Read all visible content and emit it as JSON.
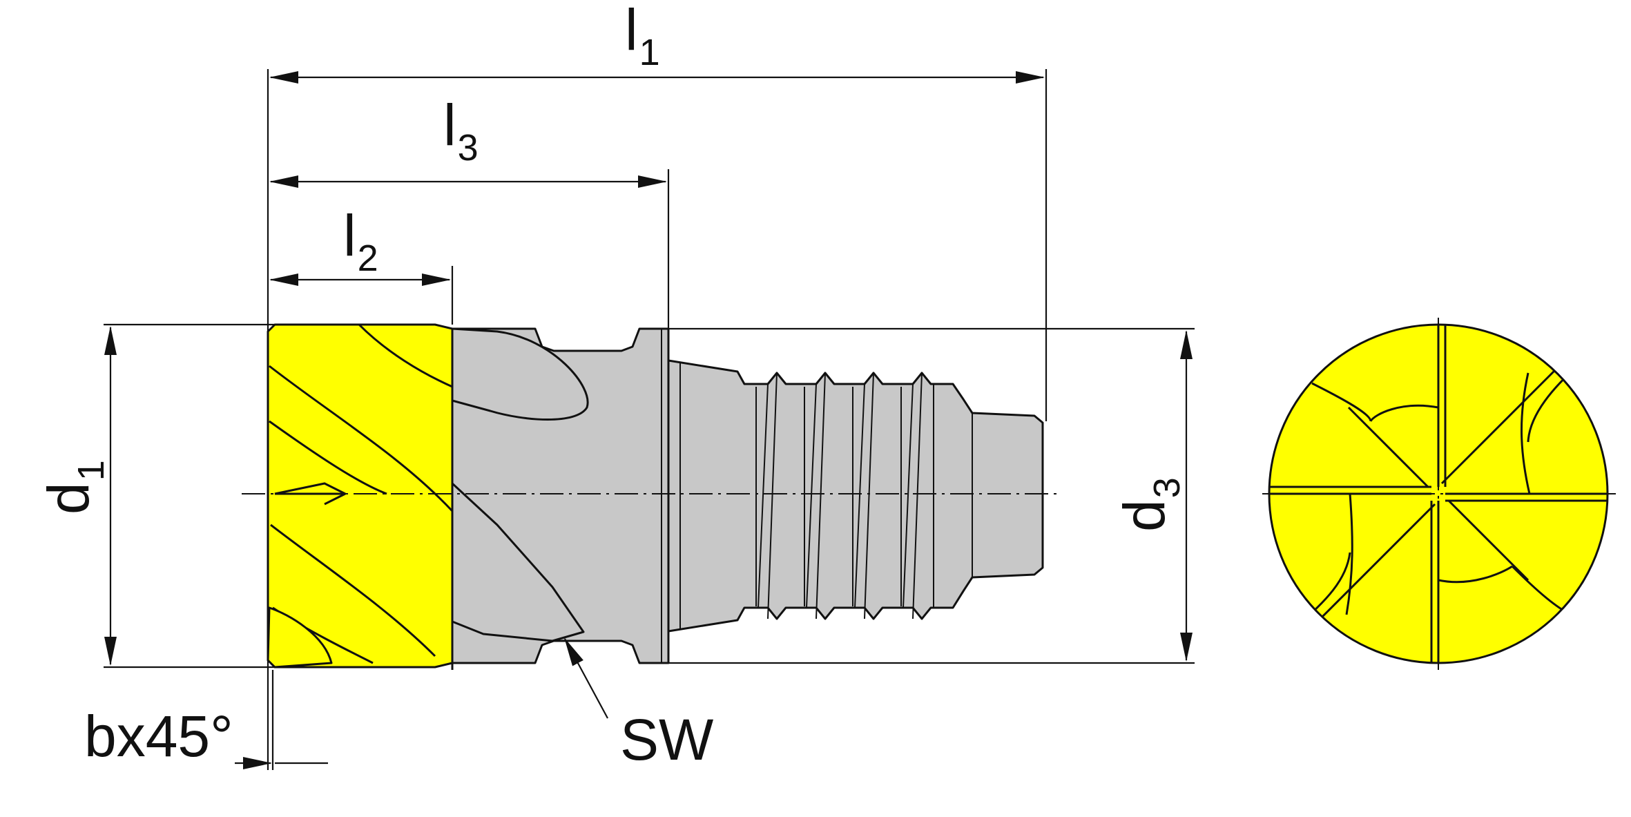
{
  "diagram": {
    "labels": {
      "l1_main": "l",
      "l1_sub": "1",
      "l3_main": "l",
      "l3_sub": "3",
      "l2_main": "l",
      "l2_sub": "2",
      "d1_main": "d",
      "d1_sub": "1",
      "d3_main": "d",
      "d3_sub": "3",
      "chamfer": "bx45°",
      "sw": "SW"
    },
    "colors": {
      "coating": "#ffff00",
      "steel": "#c8c8c8",
      "steel_dark": "#b4b4b4",
      "line": "#111111"
    }
  }
}
